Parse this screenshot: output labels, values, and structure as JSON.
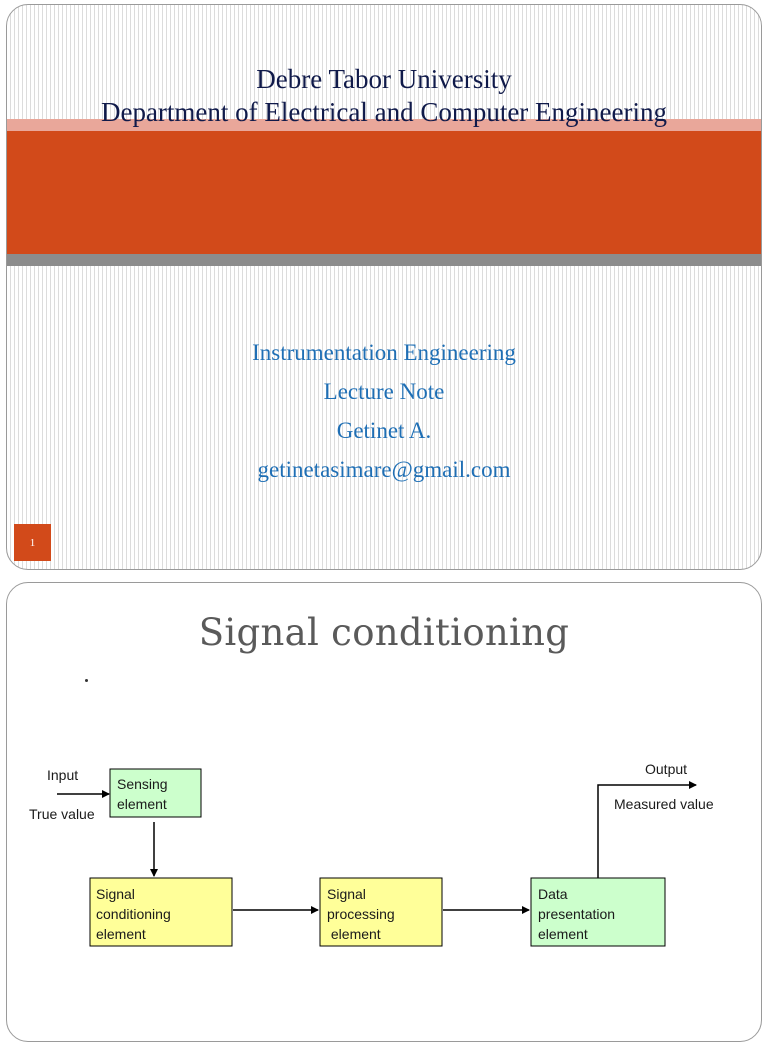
{
  "slide1": {
    "title_line1": "Debre Tabor University",
    "title_line2": "Department of Electrical and Computer  Engineering",
    "course": "Instrumentation Engineering",
    "doc_type": "Lecture Note",
    "author": "Getinet A.",
    "email": "getinetasimare@gmail.com",
    "page_number": "1",
    "colors": {
      "accent": "#d24a1a",
      "title": "#101a4a",
      "subtitle": "#1f6fb5"
    }
  },
  "slide2": {
    "title": "Signal conditioning",
    "bullet": ".",
    "diagram": {
      "input_label": "Input",
      "true_value_label": "True value",
      "output_label": "Output",
      "measured_value_label": "Measured value",
      "boxes": {
        "sensing": [
          "Sensing",
          "element"
        ],
        "conditioning": [
          "Signal",
          "conditioning",
          "element"
        ],
        "processing": [
          "Signal",
          "processing",
          " element"
        ],
        "presentation": [
          "Data",
          "presentation",
          "element"
        ]
      },
      "colors": {
        "green_box": "#ccffcc",
        "yellow_box": "#ffff99"
      }
    }
  }
}
